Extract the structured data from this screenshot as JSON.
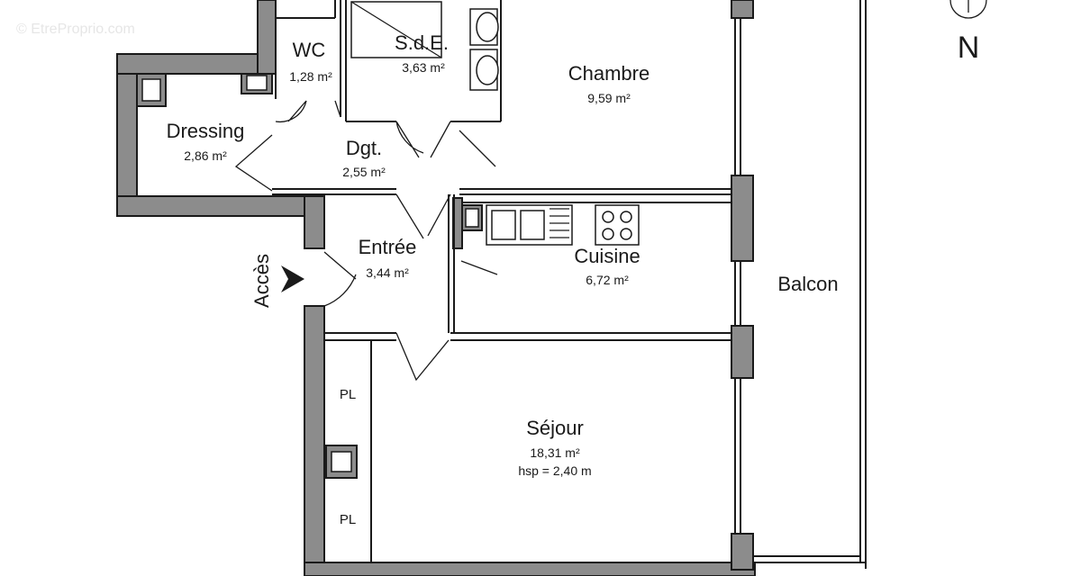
{
  "watermark": "© EtreProprio.com",
  "north": "N",
  "access": "Accès",
  "rooms": {
    "wc": {
      "name": "WC",
      "area": "1,28 m²"
    },
    "sde": {
      "name": "S.d.E.",
      "area": "3,63 m²"
    },
    "chambre": {
      "name": "Chambre",
      "area": "9,59 m²"
    },
    "dressing": {
      "name": "Dressing",
      "area": "2,86 m²"
    },
    "dgt": {
      "name": "Dgt.",
      "area": "2,55 m²"
    },
    "entree": {
      "name": "Entrée",
      "area": "3,44 m²"
    },
    "cuisine": {
      "name": "Cuisine",
      "area": "6,72 m²"
    },
    "balcon": {
      "name": "Balcon"
    },
    "sejour": {
      "name": "Séjour",
      "area": "18,31 m²",
      "height": "hsp = 2,40 m"
    }
  },
  "closets": [
    "PL",
    "PL"
  ]
}
